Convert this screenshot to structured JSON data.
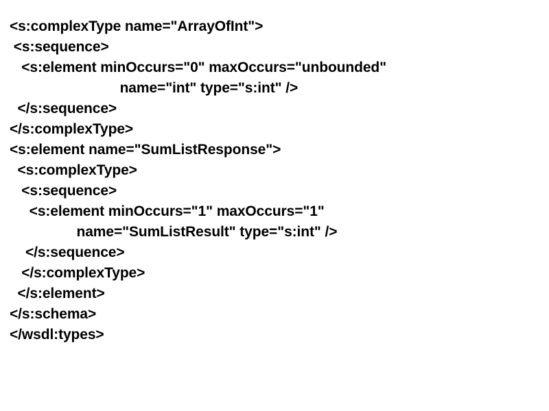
{
  "slide": {
    "kind": "code-listing-slide",
    "background_color": "#ffffff",
    "text_color": "#000000",
    "language": "xml-wsdl-schema"
  },
  "code": {
    "lines": [
      "<s:complexType name=\"ArrayOfInt\">",
      " <s:sequence>",
      "   <s:element minOccurs=\"0\" maxOccurs=\"unbounded\"",
      "                            name=\"int\" type=\"s:int\" />",
      "  </s:sequence>",
      "</s:complexType>",
      "<s:element name=\"SumListResponse\">",
      "  <s:complexType>",
      "   <s:sequence>",
      "     <s:element minOccurs=\"1\" maxOccurs=\"1\"",
      "                 name=\"SumListResult\" type=\"s:int\" />",
      "    </s:sequence>",
      "   </s:complexType>",
      "  </s:element>",
      "</s:schema>",
      "</wsdl:types>"
    ]
  }
}
